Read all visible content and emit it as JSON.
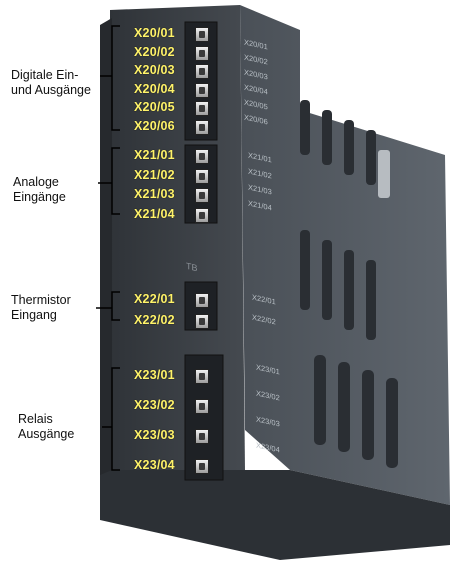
{
  "groups": [
    {
      "label_line1": "Digitale Ein-",
      "label_line2": "und Ausgänge",
      "terminals": [
        "X20/01",
        "X20/02",
        "X20/03",
        "X20/04",
        "X20/05",
        "X20/06"
      ]
    },
    {
      "label_line1": "Analoge",
      "label_line2": "Eingänge",
      "terminals": [
        "X21/01",
        "X21/02",
        "X21/03",
        "X21/04"
      ]
    },
    {
      "label_line1": "Thermistor",
      "label_line2": "Eingang",
      "terminals": [
        "X22/01",
        "X22/02"
      ]
    },
    {
      "label_line1": "Relais",
      "label_line2": "Ausgänge",
      "terminals": [
        "X23/01",
        "X23/02",
        "X23/03",
        "X23/04"
      ]
    }
  ],
  "device_marking": "TB",
  "colors": {
    "terminal_label": "#fff36a",
    "housing": "#3b3f44",
    "background": "#ffffff"
  }
}
